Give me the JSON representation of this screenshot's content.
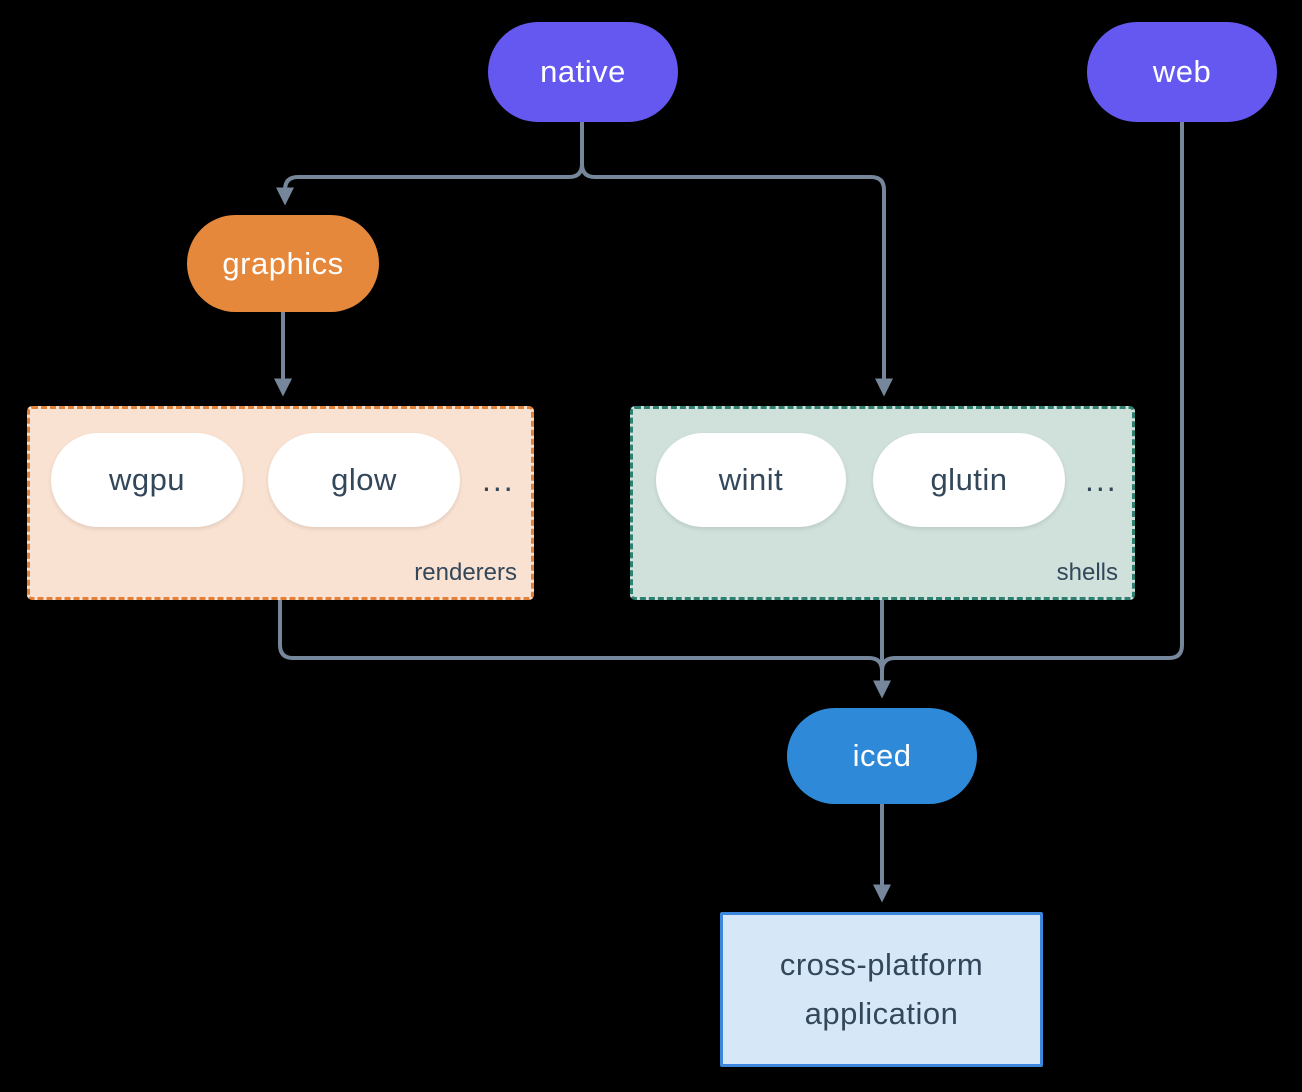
{
  "diagram": {
    "nodes": {
      "native": {
        "label": "native"
      },
      "web": {
        "label": "web"
      },
      "graphics": {
        "label": "graphics"
      },
      "iced": {
        "label": "iced"
      },
      "app": {
        "lines": [
          "cross-platform",
          "application"
        ]
      }
    },
    "groups": {
      "renderers": {
        "label": "renderers",
        "items": [
          "wgpu",
          "glow"
        ],
        "ellipsis": "..."
      },
      "shells": {
        "label": "shells",
        "items": [
          "winit",
          "glutin"
        ],
        "ellipsis": "..."
      }
    },
    "colors": {
      "background": "#000000",
      "purple": "#6458f0",
      "orange": "#e5883c",
      "blue": "#2e8ad8",
      "renderers_fill": "#f9e2d2",
      "renderers_border": "#e2823a",
      "shells_fill": "#cfe1da",
      "shells_border": "#2e8071",
      "app_fill": "#d6e7f8",
      "app_border": "#3c86dc",
      "pill_text_dark": "#33475b",
      "line": "#76879b",
      "white": "#ffffff"
    }
  }
}
